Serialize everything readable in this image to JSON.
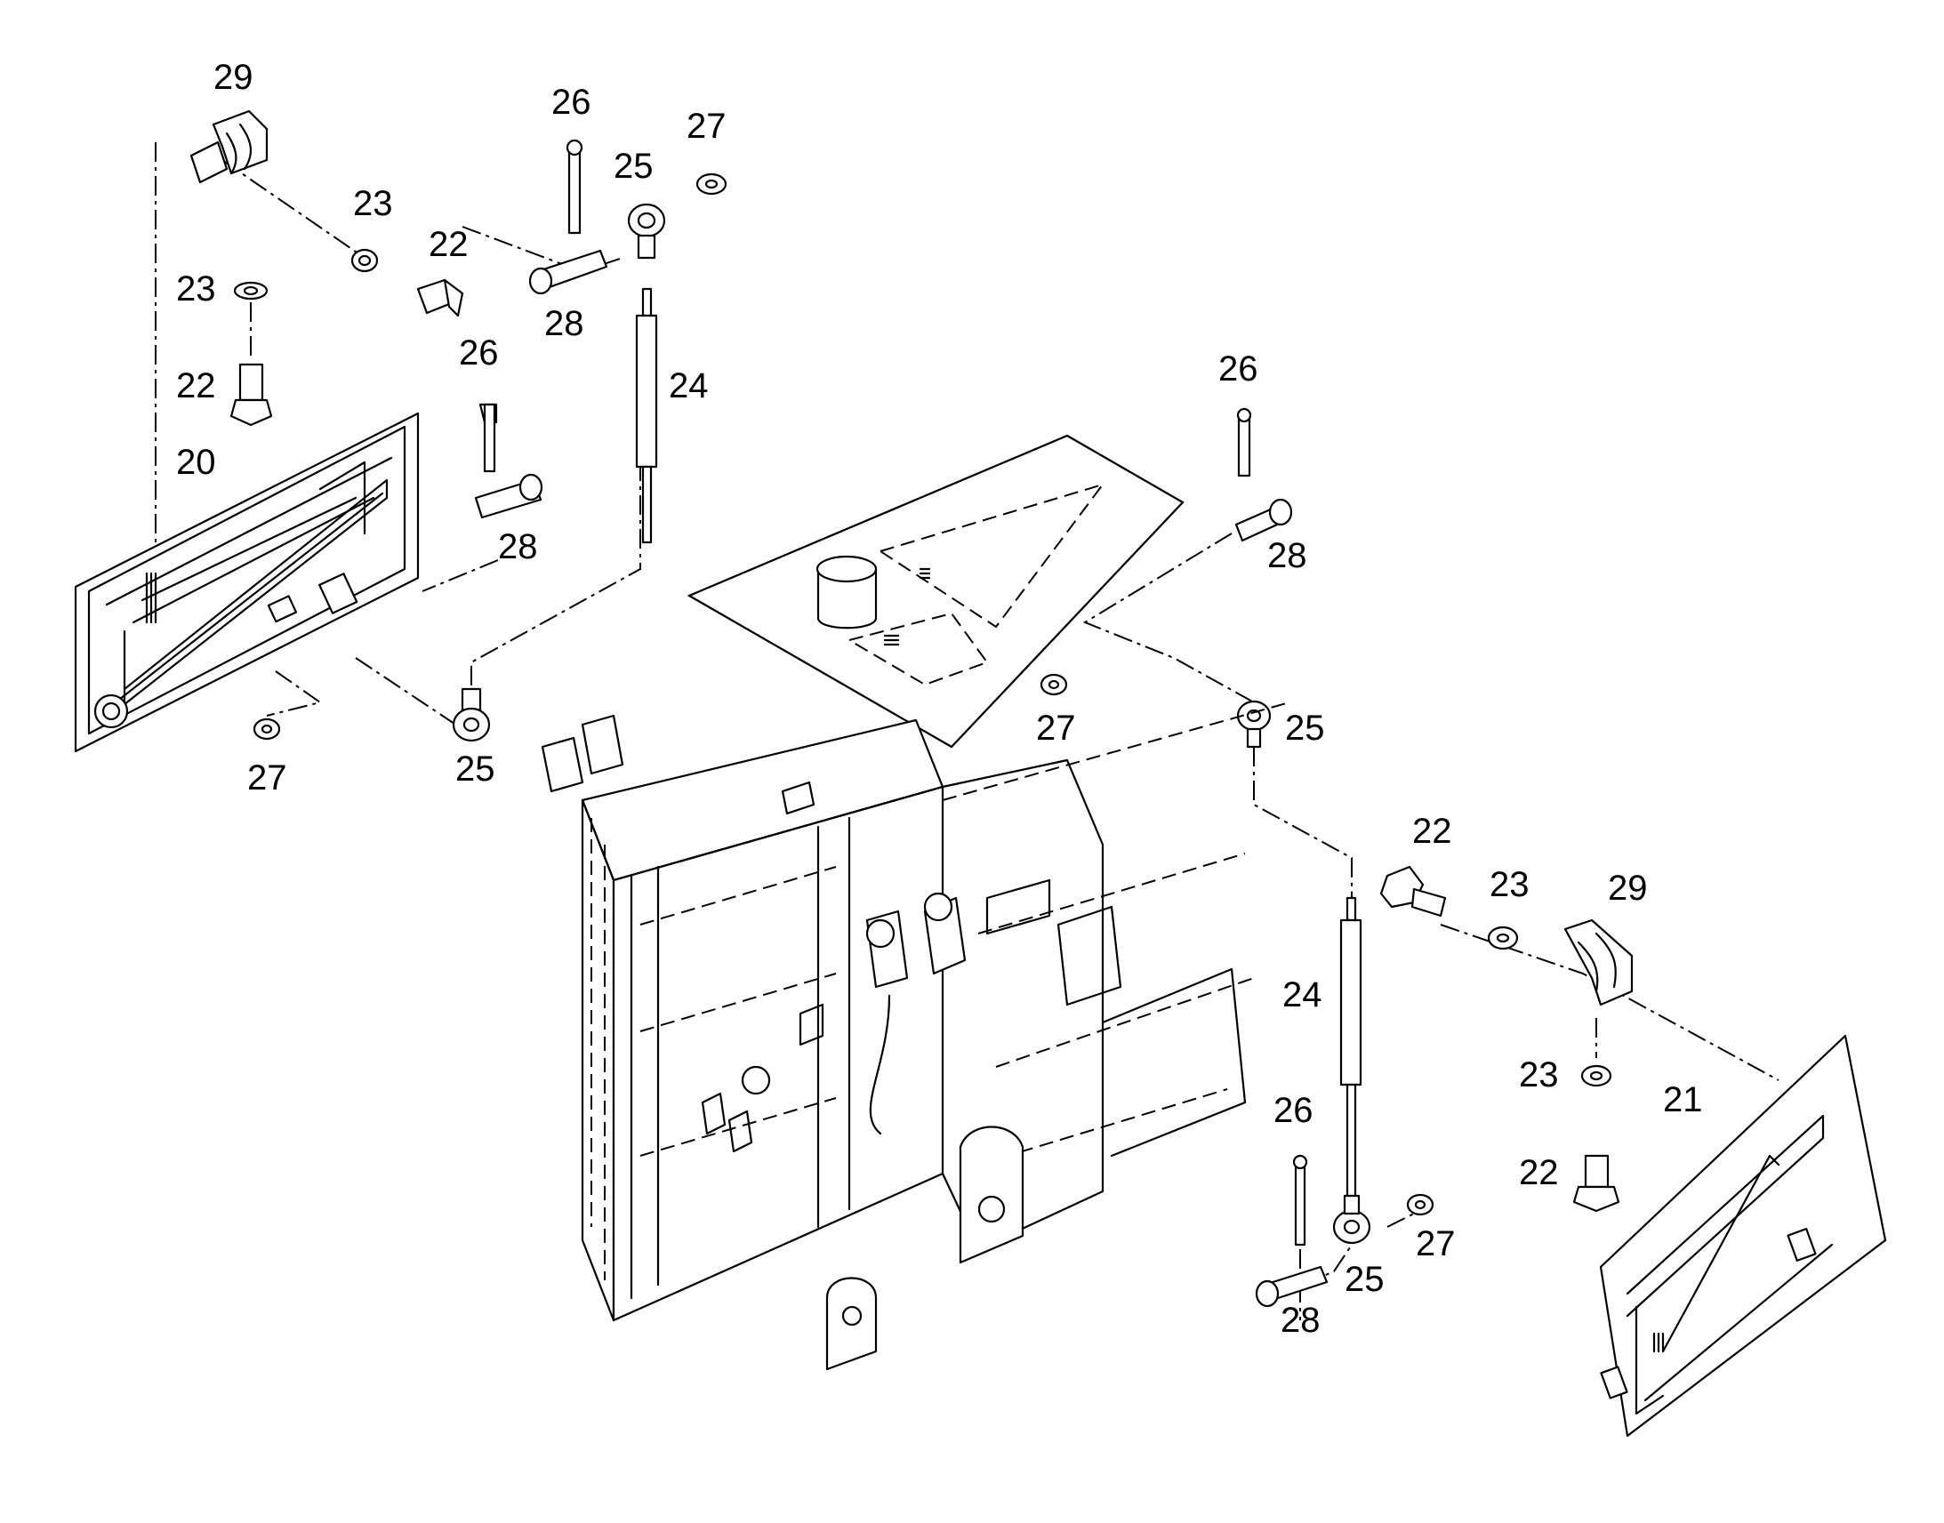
{
  "callouts": {
    "c29a": "29",
    "c23a": "23",
    "c22a": "22",
    "c23b": "23",
    "c22b": "22",
    "c20": "20",
    "c26a": "26",
    "c28a": "28",
    "c27a": "27",
    "c25a": "25",
    "c26b": "26",
    "c28b": "28",
    "c24a": "24",
    "c25b": "25",
    "c27b": "27",
    "c26c": "26",
    "c28c": "28",
    "c27c": "27",
    "c25c": "25",
    "c22c": "22",
    "c23c": "23",
    "c29b": "29",
    "c24b": "24",
    "c23d": "23",
    "c21": "21",
    "c22d": "22",
    "c26d": "26",
    "c27d": "27",
    "c25d": "25",
    "c28d": "28"
  }
}
